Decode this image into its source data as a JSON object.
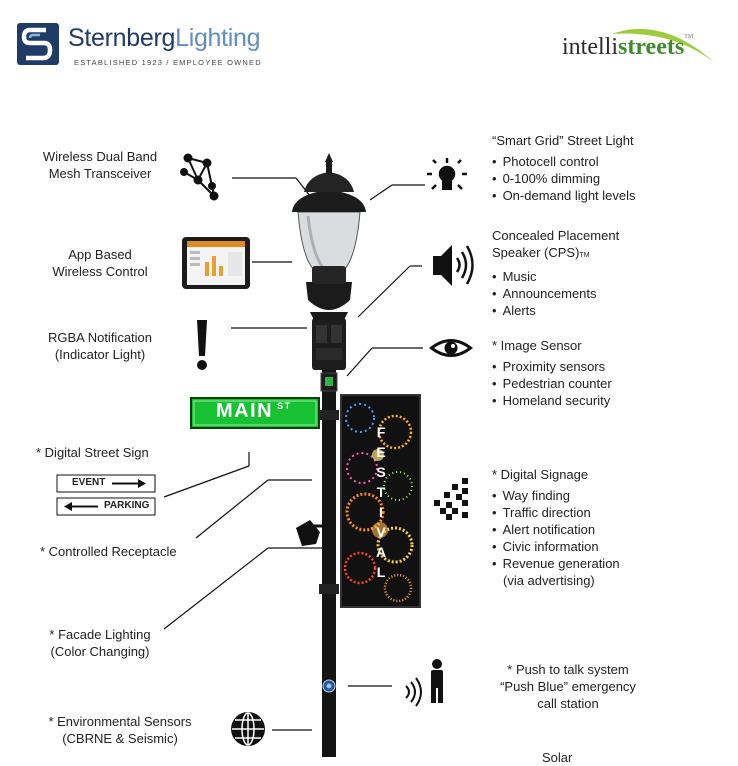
{
  "header": {
    "brand_left": "Sternberg",
    "brand_right": "Lighting",
    "tagline": "ESTABLISHED 1923  /  EMPLOYEE OWNED",
    "logo2_left": "intelli",
    "logo2_right": "streets",
    "logo2_tm": "TM"
  },
  "left_labels": {
    "mesh": [
      "Wireless Dual Band",
      "Mesh Transceiver"
    ],
    "app": [
      "App Based",
      "Wireless Control"
    ],
    "rgba": [
      "RGBA Notification",
      "(Indicator Light)"
    ],
    "digital_sign": "* Digital Street Sign",
    "receptacle": "* Controlled Receptacle",
    "facade": [
      "* Facade Lighting",
      "(Color Changing)"
    ],
    "env": [
      "* Environmental Sensors",
      "(CBRNE & Seismic)"
    ]
  },
  "right_labels": {
    "smart_grid": {
      "title": "“Smart Grid” Street Light",
      "items": [
        "Photocell control",
        "0-100% dimming",
        "On-demand light levels"
      ]
    },
    "speaker": {
      "title1": "Concealed Placement",
      "title2": "Speaker (CPS)",
      "tm": "TM",
      "items": [
        "Music",
        "Announcements",
        "Alerts"
      ]
    },
    "image_sensor": {
      "title": "* Image Sensor",
      "items": [
        "Proximity sensors",
        "Pedestrian counter",
        "Homeland security"
      ]
    },
    "signage": {
      "title": "*  Digital Signage",
      "items": [
        "Way finding",
        "Traffic direction",
        "Alert notification",
        "Civic information",
        "Revenue generation"
      ],
      "extra": "(via advertising)"
    },
    "push": [
      "* Push to talk system",
      "“Push Blue” emergency",
      "call station"
    ],
    "solar": "Solar"
  },
  "sign": {
    "main": "MAIN",
    "st": "ST",
    "event": "EVENT",
    "parking": "PARKING"
  },
  "banner": {
    "letters": [
      "F",
      "E",
      "S",
      "T",
      "I",
      "V",
      "A",
      "L"
    ]
  }
}
